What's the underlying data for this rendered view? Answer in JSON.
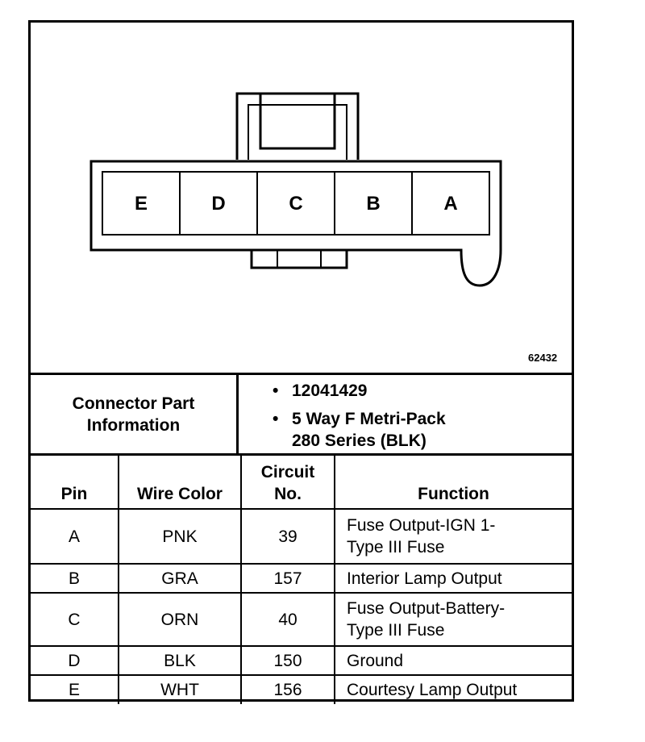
{
  "diagram": {
    "figure_number": "62432",
    "cavity_labels": [
      "E",
      "D",
      "C",
      "B",
      "A"
    ]
  },
  "connector_info": {
    "label_line1": "Connector Part",
    "label_line2": "Information",
    "bullet": "•",
    "part_number": "12041429",
    "description_line1": "5 Way F Metri-Pack",
    "description_line2": "280 Series (BLK)"
  },
  "table": {
    "headers": {
      "pin": "Pin",
      "wire_color": "Wire Color",
      "circuit_line1": "Circuit",
      "circuit_line2": "No.",
      "function": "Function"
    },
    "rows": [
      {
        "pin": "A",
        "wire_color": "PNK",
        "circuit": "39",
        "function_line1": "Fuse Output-IGN 1-",
        "function_line2": "Type III Fuse"
      },
      {
        "pin": "B",
        "wire_color": "GRA",
        "circuit": "157",
        "function_line1": "Interior Lamp Output",
        "function_line2": ""
      },
      {
        "pin": "C",
        "wire_color": "ORN",
        "circuit": "40",
        "function_line1": "Fuse Output-Battery-",
        "function_line2": "Type III Fuse"
      },
      {
        "pin": "D",
        "wire_color": "BLK",
        "circuit": "150",
        "function_line1": "Ground",
        "function_line2": ""
      },
      {
        "pin": "E",
        "wire_color": "WHT",
        "circuit": "156",
        "function_line1": "Courtesy Lamp Output",
        "function_line2": ""
      }
    ]
  }
}
